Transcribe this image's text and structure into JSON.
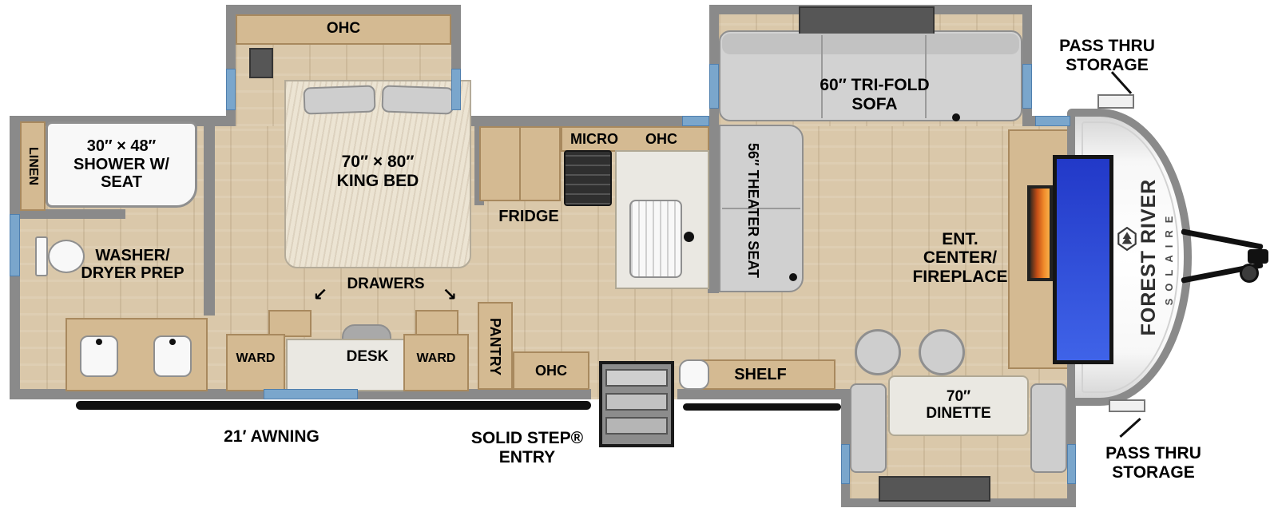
{
  "meta": {
    "title": "Forest River Solaire travel trailer floor plan"
  },
  "colors": {
    "wall": "#8a8a8a",
    "floor": "#dac8aa",
    "cabinet": "#d4ba92",
    "window_blue": "#7aa6cc",
    "tv_blue": "#2b4ad6",
    "fireplace_orange": "#e8641f",
    "awning_black": "#111111"
  },
  "labels": {
    "bedroom_ohc": "OHC",
    "shower": "30″ × 48″\nSHOWER W/\nSEAT",
    "linen": "LINEN",
    "washer_dryer": "WASHER/\nDRYER PREP",
    "king_bed": "70″ × 80″\nKING BED",
    "drawers": "DRAWERS",
    "arrow_left": "↙",
    "arrow_right": "↘",
    "desk": "DESK",
    "ward_left": "WARD",
    "ward_right": "WARD",
    "fridge": "FRIDGE",
    "micro": "MICRO",
    "kitchen_top_ohc": "OHC",
    "pantry": "PANTRY",
    "kitchen_ohc": "OHC",
    "sofa": "60″ TRI-FOLD\nSOFA",
    "theater_seat": "56″ THEATER SEAT",
    "ent_center": "ENT.\nCENTER/\nFIREPLACE",
    "shelf": "SHELF",
    "dinette": "70″\nDINETTE",
    "pass_thru_top": "PASS THRU\nSTORAGE",
    "pass_thru_bottom": "PASS THRU\nSTORAGE",
    "awning": "21′ AWNING",
    "entry": "SOLID STEP®\nENTRY",
    "brand_name": "FOREST RIVER",
    "brand_model": "SOLAIRE"
  }
}
